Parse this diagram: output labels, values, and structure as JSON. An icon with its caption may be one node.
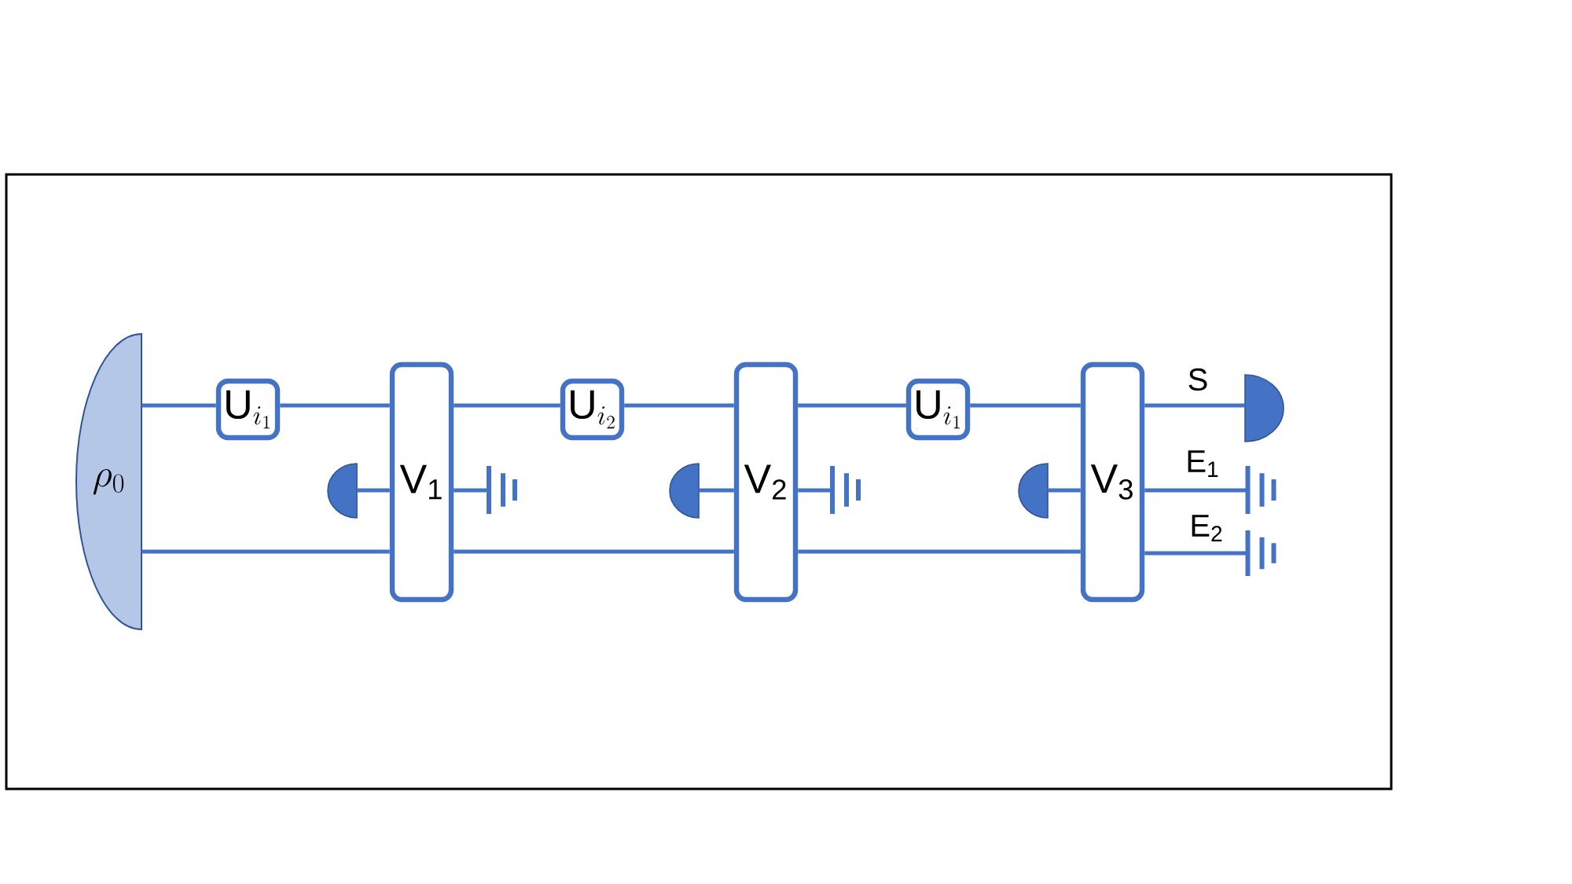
{
  "diagram": {
    "nodes": [
      {
        "text": [
          "\\rho_0"
        ]
      },
      {
        "text": [
          "\\mathrm{U}_{i_1}"
        ]
      },
      {
        "text": [
          "V$_{1}$"
        ]
      },
      {
        "text": [
          "\\mathrm{U}_{i_2}"
        ]
      },
      {
        "text": [
          "V$_{2}$"
        ]
      },
      {
        "text": [
          "\\mathrm{U}_{i_1}"
        ]
      },
      {
        "text": [
          "V$_{3}$"
        ]
      },
      {
        "text": [],
        "shape": "semicircle"
      },
      {
        "text": [],
        "shape": "ground"
      },
      {
        "text": [],
        "shape": "semicircle"
      },
      {
        "text": [],
        "shape": "ground"
      },
      {
        "text": [],
        "shape": "semicircle"
      },
      {
        "text": [],
        "shape": "semicircle"
      },
      {
        "text": [],
        "shape": "ground"
      },
      {
        "text": [],
        "shape": "ground"
      }
    ],
    "edges": [
      {
        "from": 0,
        "to": 1,
        "arrow": "none"
      },
      {
        "from": 1,
        "to": 2,
        "arrow": "none"
      },
      {
        "from": 0,
        "to": 2,
        "arrow": "none"
      },
      {
        "from": 7,
        "to": 2,
        "arrow": "none"
      },
      {
        "from": 2,
        "to": 8,
        "arrow": "none"
      },
      {
        "from": 2,
        "to": 3,
        "arrow": "none"
      },
      {
        "from": 3,
        "to": 4,
        "arrow": "none"
      },
      {
        "from": 2,
        "to": 4,
        "arrow": "none"
      },
      {
        "from": 9,
        "to": 4,
        "arrow": "none"
      },
      {
        "from": 4,
        "to": 10,
        "arrow": "none"
      },
      {
        "from": 4,
        "to": 5,
        "arrow": "none"
      },
      {
        "from": 5,
        "to": 6,
        "arrow": "none"
      },
      {
        "from": 4,
        "to": 6,
        "arrow": "none"
      },
      {
        "from": 11,
        "to": 6,
        "arrow": "none"
      },
      {
        "from": 6,
        "to": 12,
        "arrow": "none",
        "label": "S"
      },
      {
        "from": 6,
        "to": 13,
        "arrow": "none",
        "label": "E$_{1}$"
      },
      {
        "from": 6,
        "to": 14,
        "arrow": "none",
        "label": "E$_{2}$"
      }
    ]
  }
}
